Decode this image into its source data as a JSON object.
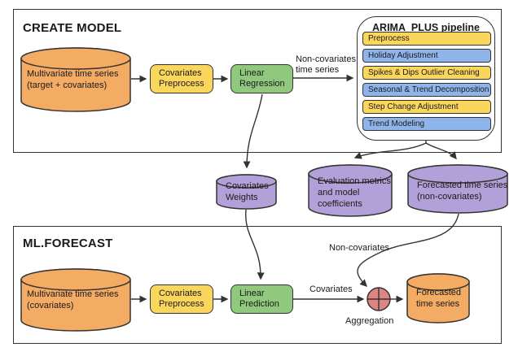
{
  "palette": {
    "orange": "#F4AC64",
    "yellow": "#FBD65D",
    "green": "#90C87E",
    "purple": "#B2A1D8",
    "blue": "#8FB4EA",
    "red": "#DD8484",
    "stroke": "#333333"
  },
  "create_model": {
    "title": "CREATE MODEL",
    "source": "Multivariate time series (target + covariates)",
    "preprocess": "Covariates Preprocess",
    "regression": "Linear Regression",
    "arrow_label": "Non-covariates time series",
    "pipeline": {
      "title": "ARIMA_PLUS pipeline",
      "steps": [
        "Preprocess",
        "Holiday Adjustment",
        "Spikes & Dips Outlier Cleaning",
        "Seasonal & Trend Decomposition",
        "Step Change Adjustment",
        "Trend Modeling"
      ]
    }
  },
  "outputs": {
    "covariates_weights": "Covariates Weights",
    "evaluation": "Evaluation metrics and model coefficients",
    "forecast_noncovariates": "Forecasted time series (non-covariates)"
  },
  "ml_forecast": {
    "title": "ML.FORECAST",
    "source": "Multivariate time series (covariates)",
    "preprocess": "Covariates Preprocess",
    "prediction": "Linear Prediction",
    "covariates_label": "Covariates",
    "noncovariates_label": "Non-covariates",
    "aggregation_label": "Aggregation",
    "result": "Forecasted time series"
  }
}
